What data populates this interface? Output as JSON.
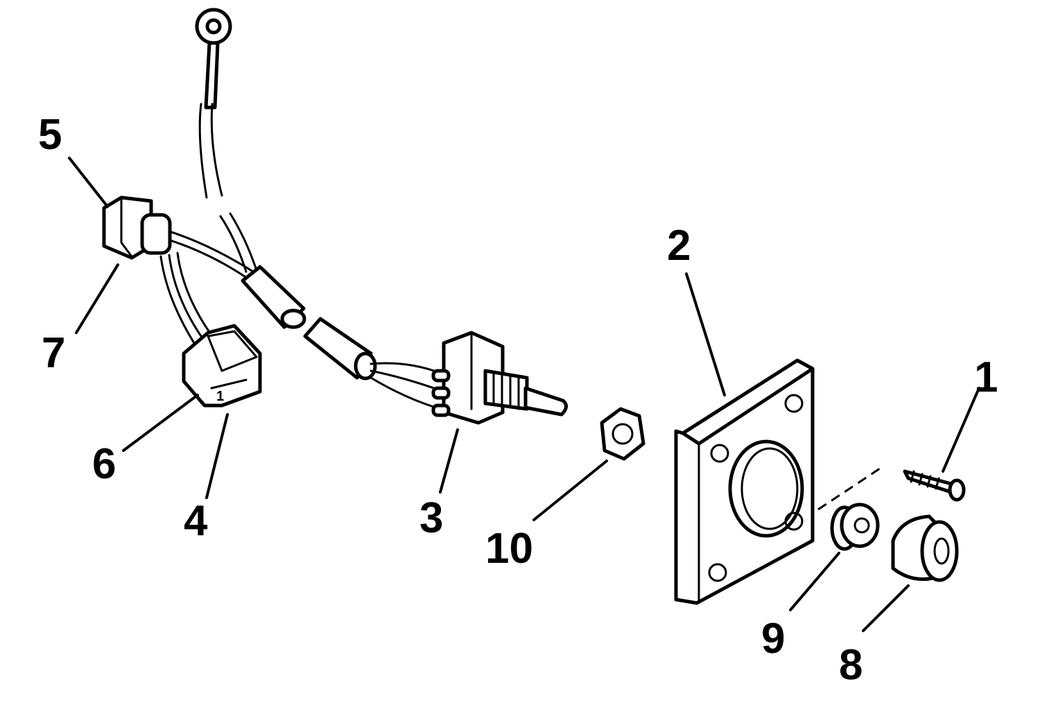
{
  "diagram": {
    "callouts": {
      "c1": "1",
      "c2": "2",
      "c3": "3",
      "c4": "4",
      "c5": "5",
      "c6": "6",
      "c7": "7",
      "c8": "8",
      "c9": "9",
      "c10": "10"
    },
    "connector_marks": {
      "pin_mark": "1"
    }
  }
}
